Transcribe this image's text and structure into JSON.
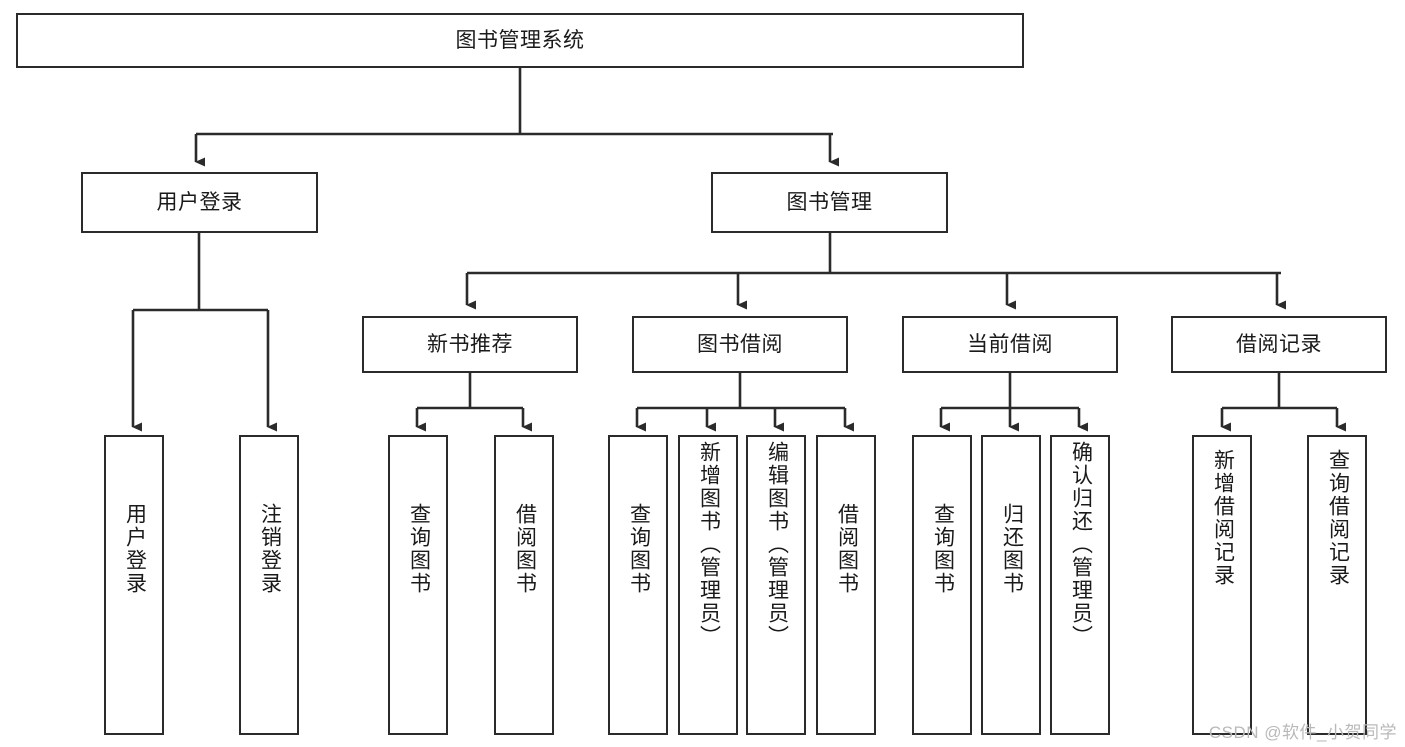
{
  "diagram": {
    "type": "tree-hierarchy",
    "title": "图书管理系统",
    "watermark": "CSDN @软件_小贺同学",
    "colors": {
      "box_border": "#2b2b2b",
      "box_fill": "#ffffff",
      "line": "#2b2b2b",
      "text": "#1a1a1a",
      "watermark": "#b9b9b9",
      "background": "#ffffff"
    },
    "root": {
      "label": "图书管理系统"
    },
    "level2": [
      {
        "label": "用户登录"
      },
      {
        "label": "图书管理"
      }
    ],
    "level3": [
      {
        "label": "新书推荐"
      },
      {
        "label": "图书借阅"
      },
      {
        "label": "当前借阅"
      },
      {
        "label": "借阅记录"
      }
    ],
    "leaves": {
      "user_login": [
        {
          "label": "用户登录"
        },
        {
          "label": "注销登录"
        }
      ],
      "new_book_recommend": [
        {
          "label": "查询图书"
        },
        {
          "label": "借阅图书"
        }
      ],
      "book_borrow": [
        {
          "label": "查询图书"
        },
        {
          "label": "新增图书（管理员）"
        },
        {
          "label": "编辑图书（管理员）"
        },
        {
          "label": "借阅图书"
        }
      ],
      "current_borrow": [
        {
          "label": "查询图书"
        },
        {
          "label": "归还图书"
        },
        {
          "label": "确认归还（管理员）"
        }
      ],
      "borrow_record": [
        {
          "label": "新增借阅记录"
        },
        {
          "label": "查询借阅记录"
        }
      ]
    }
  }
}
